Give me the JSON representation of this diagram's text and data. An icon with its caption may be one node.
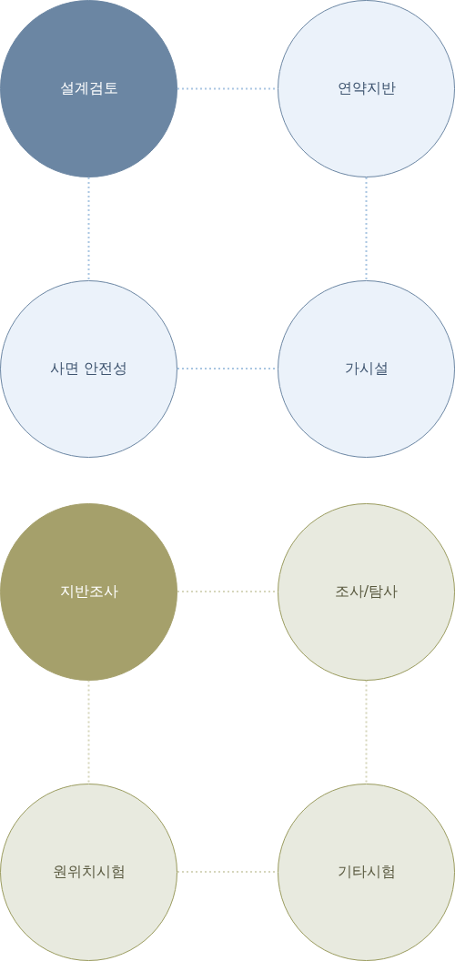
{
  "diagram": {
    "nodes": [
      {
        "text": [
          "설계검토"
        ]
      },
      {
        "text": [
          "연약지반"
        ]
      },
      {
        "text": [
          "사면 안전성"
        ]
      },
      {
        "text": [
          "가시설"
        ]
      },
      {
        "text": [
          "지반조사"
        ]
      },
      {
        "text": [
          "조사/탐사"
        ]
      },
      {
        "text": [
          "원위치시험"
        ]
      },
      {
        "text": [
          "기타시험"
        ]
      }
    ],
    "edges": [
      {
        "from": 0,
        "to": 1,
        "arrow": "none",
        "color": "#a9c6e2"
      },
      {
        "from": 0,
        "to": 2,
        "arrow": "none",
        "color": "#a9c6e2"
      },
      {
        "from": 1,
        "to": 3,
        "arrow": "none",
        "color": "#a9c6e2"
      },
      {
        "from": 2,
        "to": 3,
        "arrow": "none",
        "color": "#a9c6e2"
      },
      {
        "from": 4,
        "to": 5,
        "arrow": "none",
        "color": "#d6d6bc"
      },
      {
        "from": 4,
        "to": 6,
        "arrow": "none",
        "color": "#d6d6bc"
      },
      {
        "from": 5,
        "to": 7,
        "arrow": "none",
        "color": "#d6d6bc"
      },
      {
        "from": 6,
        "to": 7,
        "arrow": "none",
        "color": "#d6d6bc"
      }
    ]
  }
}
